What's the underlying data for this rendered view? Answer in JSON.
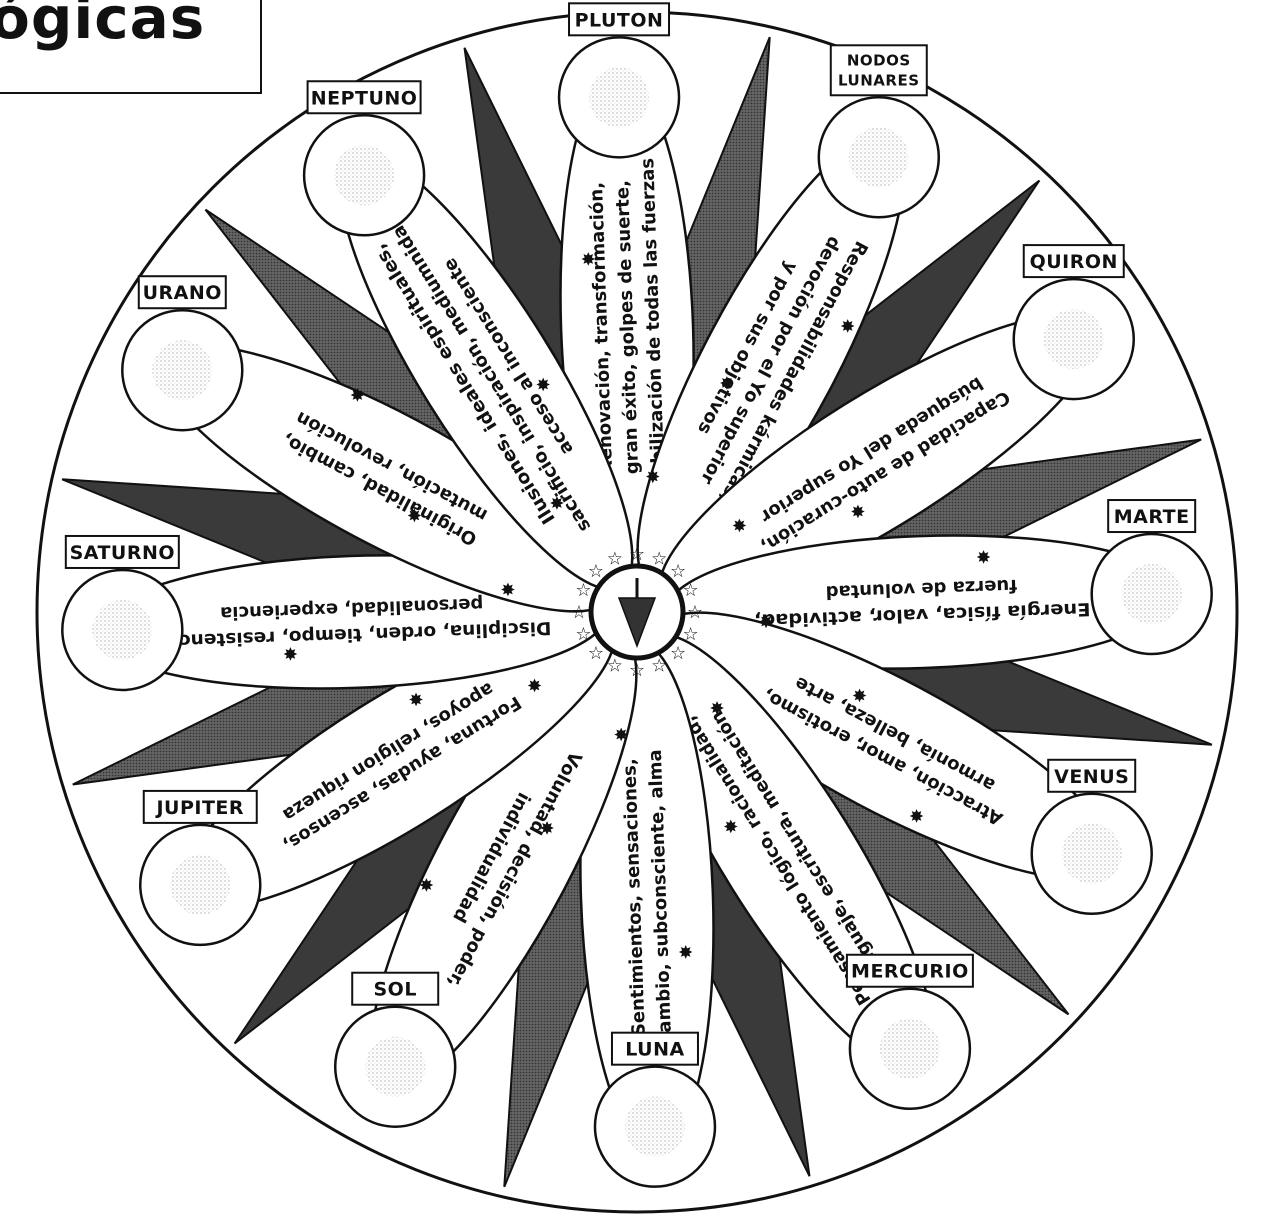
{
  "title": "ógicas",
  "center": {
    "symbol": "pendulum-icon"
  },
  "planets": [
    {
      "id": "pluton",
      "name": "PLUTON",
      "lines": [
        "Renovación, transformación,",
        "gran éxito, golpes de suerte,",
        "mobilización de todas las fuerzas"
      ]
    },
    {
      "id": "nodos",
      "name": "NODOS LUNARES",
      "name_lines": [
        "NODOS",
        "LUNARES"
      ],
      "lines": [
        "Responsabilidades kármicas,",
        "devoción por el Yo superior",
        "y por sus objetivos"
      ]
    },
    {
      "id": "quiron",
      "name": "QUIRON",
      "lines": [
        "Capacidad de auto-curación,",
        "búsqueda del Yo superior"
      ]
    },
    {
      "id": "marte",
      "name": "MARTE",
      "lines": [
        "Energía física, valor, actividad,",
        "fuerza de voluntad"
      ]
    },
    {
      "id": "venus",
      "name": "VENUS",
      "lines": [
        "Atracción, amor, erotismo,",
        "armonía, belleza, arte"
      ]
    },
    {
      "id": "mercurio",
      "name": "MERCURIO",
      "lines": [
        "Pensamiento lógico, racionalidad,",
        "lenguaje, escritura, meditación"
      ]
    },
    {
      "id": "luna",
      "name": "LUNA",
      "lines": [
        "Sentimientos, sensaciones,",
        "cambio, subconsciente, alma"
      ]
    },
    {
      "id": "sol",
      "name": "SOL",
      "lines": [
        "Voluntad, decisión, poder,",
        "individualidad"
      ]
    },
    {
      "id": "jupiter",
      "name": "JUPITER",
      "lines": [
        "Fortuna, ayudas, ascensos,",
        "apoyos, religion riqueza"
      ]
    },
    {
      "id": "saturno",
      "name": "SATURNO",
      "lines": [
        "Disciplina, orden, tiempo, resistencia,",
        "personalidad, experiencia"
      ]
    },
    {
      "id": "urano",
      "name": "URANO",
      "lines": [
        "Originalidad, cambio,",
        "mutación, revolución"
      ]
    },
    {
      "id": "neptuno",
      "name": "NEPTUNO",
      "lines": [
        "Ilusiones, ideales espirituales,",
        "sacrificio, inspiración, mediumnidad,",
        "acceso al inconsciente"
      ]
    }
  ]
}
